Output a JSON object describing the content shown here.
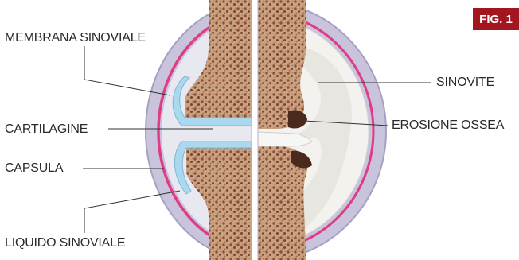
{
  "figure": {
    "badge": "FIG. 1"
  },
  "labels": {
    "membrana_sinoviale": "MEMBRANA SINOVIALE",
    "cartilagine": "CARTILAGINE",
    "capsula": "CAPSULA",
    "liquido_sinoviale": "LIQUIDO SINOVIALE",
    "sinovite": "SINOVITE",
    "erosione_ossea": "EROSIONE OSSEA"
  },
  "colors": {
    "capsule": "#c9c4dc",
    "capsule_edge": "#a79fc4",
    "membrane": "#de3d86",
    "bone": "#c9a37f",
    "cartilage": "#a9d8ef",
    "fluid": "#e7e8f0",
    "inflamed": "#f3f2ef",
    "badge": "#a3151f"
  }
}
